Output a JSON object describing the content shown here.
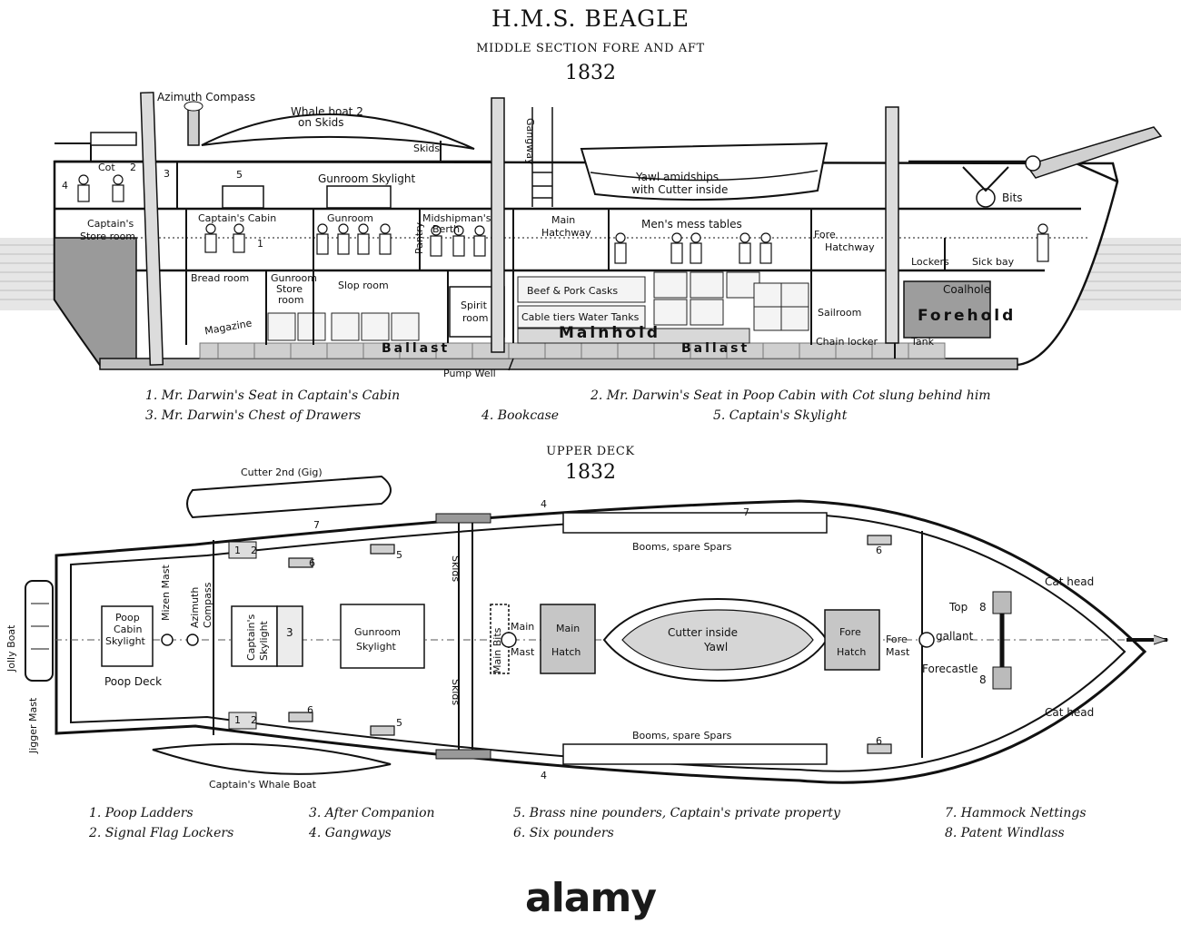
{
  "header": {
    "title": "H.M.S. BEAGLE",
    "subtitle": "MIDDLE SECTION FORE AND AFT",
    "year": "1832"
  },
  "section_labels": {
    "azimuth_compass": "Azimuth Compass",
    "whale_boat_line1": "Whale boat 2",
    "whale_boat_line2": "on Skids",
    "skids": "Skids",
    "gangway": "Gangway",
    "cot": "Cot",
    "num2": "2",
    "num3": "3",
    "num4": "4",
    "num5": "5",
    "num1": "1",
    "gunroom_skylight": "Gunroom Skylight",
    "yawl_line1": "Yawl amidships",
    "yawl_line2": "with Cutter inside",
    "bits": "Bits",
    "captains_store_line1": "Captain's",
    "captains_store_line2": "Store room",
    "captains_cabin": "Captain's Cabin",
    "gunroom": "Gunroom",
    "midshipmans_line1": "Midshipman's",
    "midshipmans_line2": "Berth",
    "pantry": "Pantry",
    "main_hatchway_line1": "Main",
    "main_hatchway_line2": "Hatchway",
    "mens_mess": "Men's mess tables",
    "fore_hatchway_line1": "Fore",
    "fore_hatchway_line2": "Hatchway",
    "lockers": "Lockers",
    "sick_bay": "Sick bay",
    "bread_room": "Bread room",
    "gunroom_store_line1": "Gunroom",
    "gunroom_store_line2": "Store",
    "gunroom_store_line3": "room",
    "slop_room": "Slop room",
    "spirit_line1": "Spirit",
    "spirit_line2": "room",
    "beef_pork": "Beef & Pork Casks",
    "cable_tiers": "Cable tiers Water Tanks",
    "main_hold": "Mainhold",
    "sailroom": "Sailroom",
    "coalhole": "Coalhole",
    "forehold": "Forehold",
    "magazine": "Magazine",
    "ballast_1": "Ballast",
    "ballast_2": "Ballast",
    "chain_locker": "Chain locker",
    "tank": "Tank",
    "pump_well": "Pump Well"
  },
  "section_legend": [
    "1. Mr. Darwin's Seat in Captain's Cabin",
    "2. Mr. Darwin's Seat in Poop Cabin with Cot slung behind him",
    "3. Mr. Darwin's Chest of Drawers",
    "4. Bookcase",
    "5. Captain's Skylight"
  ],
  "deck_header": {
    "subtitle": "UPPER DECK",
    "year": "1832"
  },
  "deck_labels": {
    "cutter_2nd": "Cutter 2nd (Gig)",
    "num4_top": "4",
    "num7_top": "7",
    "num7_mid": "7",
    "num1_top": "1",
    "num2_top": "2",
    "num6_a": "6",
    "num5_a": "5",
    "num6_b": "6",
    "booms_top": "Booms, spare Spars",
    "cat_head_top": "Cat head",
    "jolly_boat": "Jolly Boat",
    "poop_cabin_line1": "Poop",
    "poop_cabin_line2": "Cabin",
    "poop_cabin_line3": "Skylight",
    "mizen_mast": "Mizen Mast",
    "azimuth_line1": "Azimuth",
    "azimuth_line2": "Compass",
    "captains_skylight_line1": "Captain's",
    "captains_skylight_line2": "Skylight",
    "num3_deck": "3",
    "gunroom_line1": "Gunroom",
    "gunroom_line2": "Skylight",
    "skids_top": "Skids",
    "main_bits": "Main Bits",
    "main_mast_line1": "Main",
    "main_mast_line2": "Mast",
    "main_hatch_line1": "Main",
    "main_hatch_line2": "Hatch",
    "cutter_yawl_line1": "Cutter inside",
    "cutter_yawl_line2": "Yawl",
    "fore_hatch_line1": "Fore",
    "fore_hatch_line2": "Hatch",
    "fore_mast_line1": "Fore",
    "fore_mast_line2": "Mast",
    "top_line1": "Top",
    "top_line2": "gallant",
    "forecastle": "Forecastle",
    "num8_top": "8",
    "num8_bot": "8",
    "poop_deck": "Poop Deck",
    "skids_bot": "Skids",
    "jigger_mast": "Jigger Mast",
    "num1_bot": "1",
    "num2_bot": "2",
    "num6_c": "6",
    "num5_b": "5",
    "num6_d": "6",
    "booms_bot": "Booms, spare Spars",
    "cat_head_bot": "Cat head",
    "num4_bot": "4",
    "captains_whale_boat": "Captain's Whale Boat"
  },
  "deck_legend": [
    "1. Poop Ladders",
    "2. Signal Flag Lockers",
    "3. After Companion",
    "4. Gangways",
    "5. Brass nine pounders, Captain's private property",
    "6. Six pounders",
    "7. Hammock Nettings",
    "8. Patent Windlass"
  ],
  "watermark": "alamy"
}
